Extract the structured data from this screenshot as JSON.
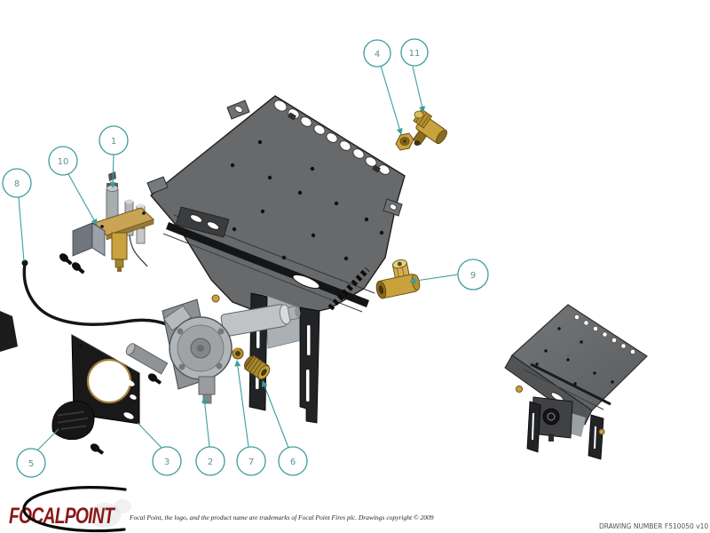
{
  "colors": {
    "accent": "#3f9c9c",
    "balloon-text": "#5f9090",
    "logo-red": "#8b1717",
    "panel": "#67696b",
    "panel-dark": "#1e1f21",
    "leg": "#212325",
    "brass": "#c9a23d",
    "brass-dark": "#8a6a1f",
    "steel-light": "#c0c3c5",
    "black-part": "#161616"
  },
  "callouts": [
    {
      "label": "1"
    },
    {
      "label": "2"
    },
    {
      "label": "3"
    },
    {
      "label": "4"
    },
    {
      "label": "5"
    },
    {
      "label": "6"
    },
    {
      "label": "7"
    },
    {
      "label": "8"
    },
    {
      "label": "9"
    },
    {
      "label": "10"
    },
    {
      "label": "11"
    }
  ],
  "footer": {
    "logo_text": "FOCALPOINT",
    "disclaimer": "Focal Point, the logo, and the product name are trademarks of Focal Point Fires plc. Drawings copyright © 2009",
    "drawing_number": "DRAWING NUMBER F510050 v10"
  }
}
